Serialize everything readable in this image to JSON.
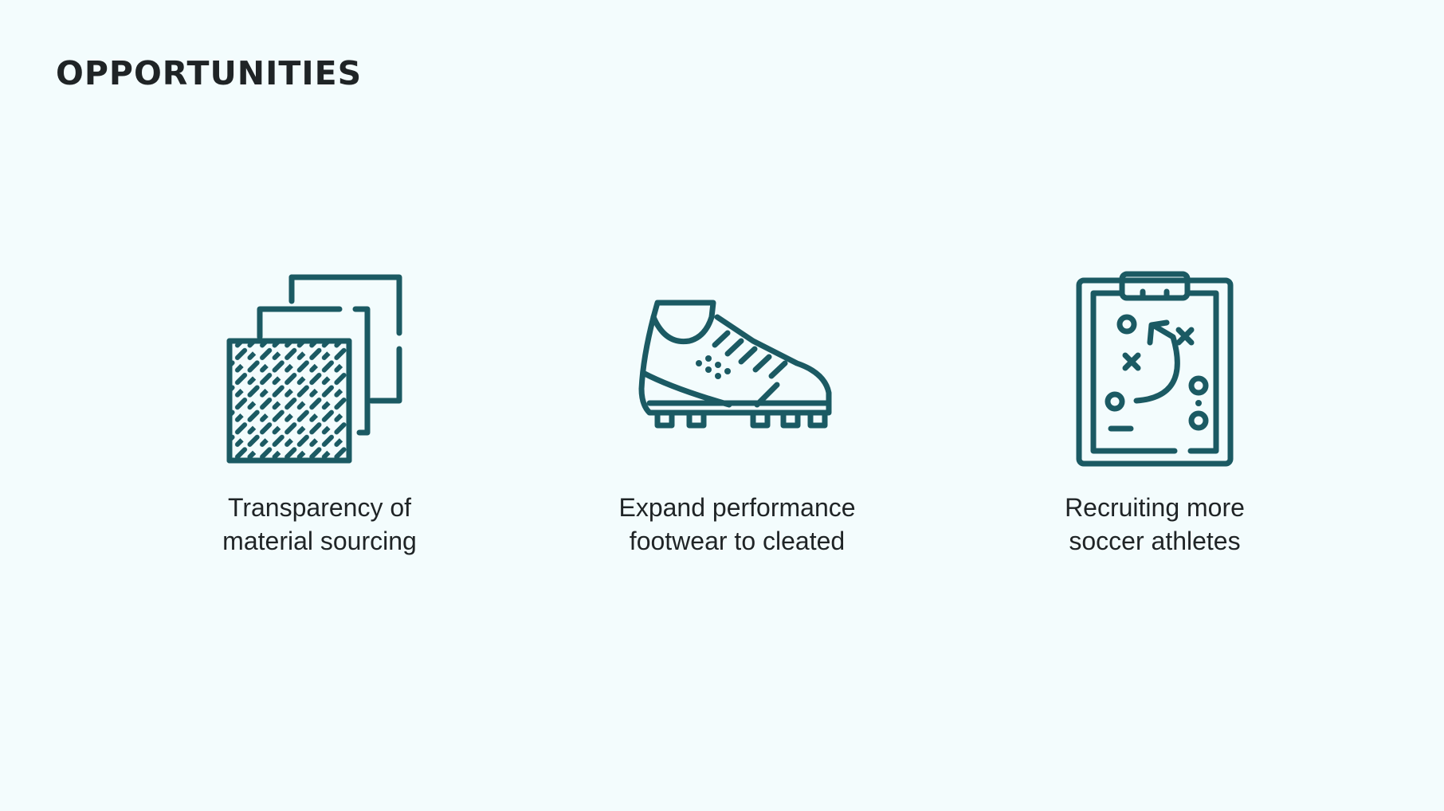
{
  "slide": {
    "title": "OPPORTUNITIES",
    "accent_color": "#1b5a63",
    "items": [
      {
        "icon": "fabric-layers-icon",
        "label_lines": [
          "Transparency of",
          "material sourcing"
        ]
      },
      {
        "icon": "soccer-cleat-icon",
        "label_lines": [
          "Expand performance",
          "footwear to cleated"
        ]
      },
      {
        "icon": "tactics-clipboard-icon",
        "label_lines": [
          "Recruiting more",
          "soccer athletes"
        ]
      }
    ]
  }
}
